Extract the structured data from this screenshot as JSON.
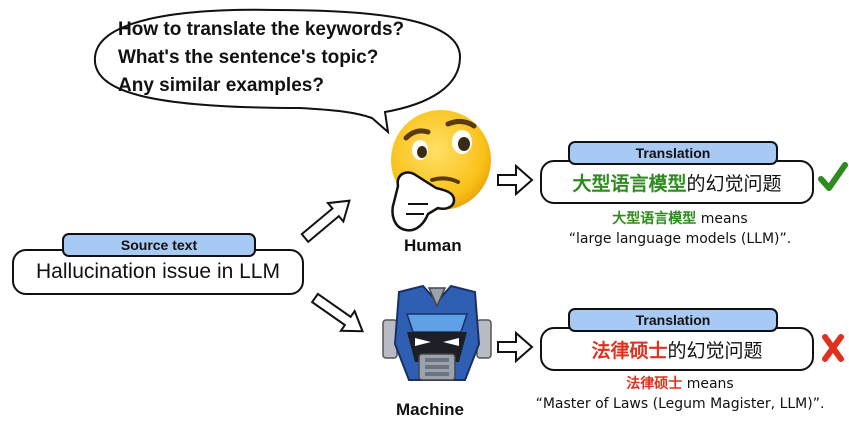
{
  "bubble": {
    "questions": [
      "How to translate the keywords?",
      "What's the sentence's topic?",
      "Any similar examples?"
    ]
  },
  "source": {
    "tag": "Source text",
    "text": "Hallucination issue in LLM"
  },
  "human": {
    "caption": "Human",
    "tag": "Translation",
    "keyword": "大型语言模型",
    "rest": "的幻觉问题",
    "note_keyword": "大型语言模型",
    "note_means": " means",
    "note_line2": "“large language models (LLM)”.",
    "verdict": "correct",
    "color": "#2e8b1f"
  },
  "machine": {
    "caption": "Machine",
    "tag": "Translation",
    "keyword": "法律硕士",
    "rest": "的幻觉问题",
    "note_keyword": "法律硕士",
    "note_means": " means",
    "note_line2": "“Master of Laws (Legum Magister, LLM)”.",
    "verdict": "incorrect",
    "color": "#e0301e"
  },
  "colors": {
    "tag_fill": "#a9c9f5",
    "correct": "#2e8b1f",
    "incorrect": "#e0301e"
  }
}
